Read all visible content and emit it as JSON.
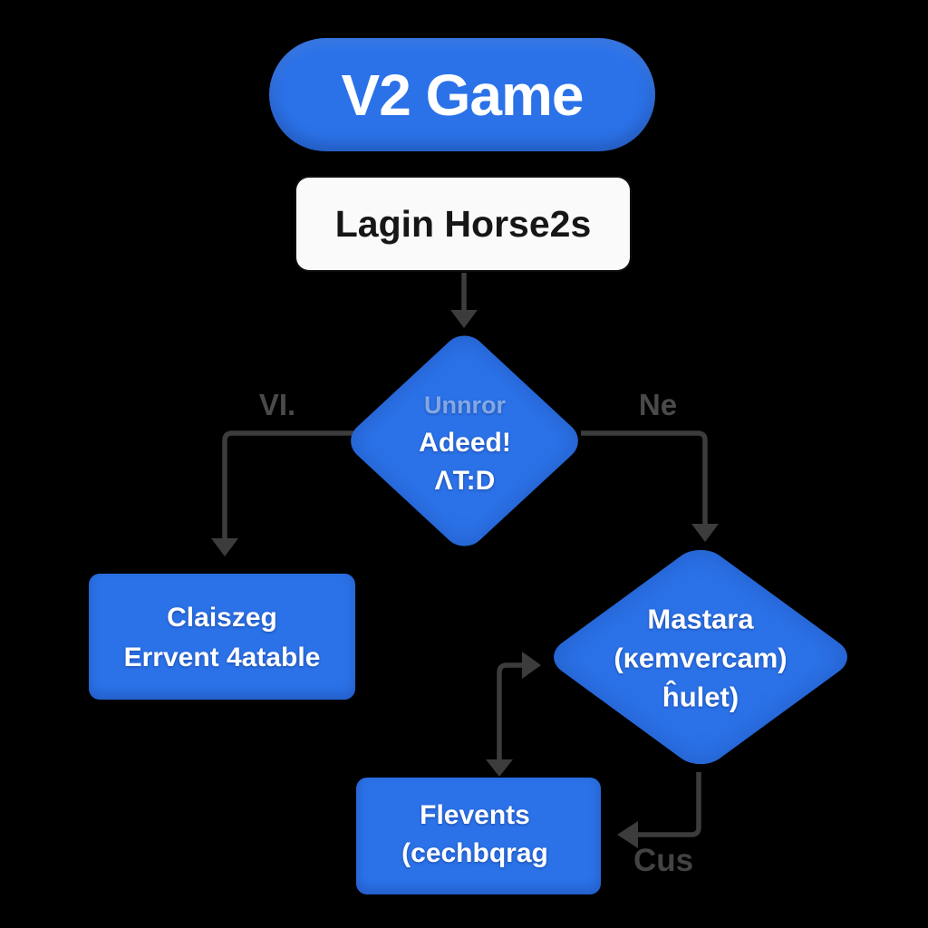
{
  "colors": {
    "background": "#000000",
    "shape_blue": "#2b72e9",
    "white_box_bg": "#fafafa",
    "white_box_text": "#161616",
    "shape_text": "#ffffff",
    "faded_shape_text": "#c6ddff",
    "arrow_gray": "#3c3c3c",
    "edge_label_gray": "#4a4a4a"
  },
  "nodes": {
    "title_pill": {
      "label": "V2 Game"
    },
    "start_box": {
      "label": "Lagin Horse2s"
    },
    "decision_1": {
      "lines": [
        "Unnror",
        "Adeed!",
        "ΛT:D"
      ]
    },
    "process_left": {
      "lines": [
        "Claiszeg",
        "Errvent 4atable"
      ]
    },
    "decision_2": {
      "lines": [
        "Mastara",
        "(ĸemvercam)",
        "ĥulet)"
      ]
    },
    "process_bottom": {
      "lines": [
        "Flevents",
        "(cechbqrag"
      ]
    }
  },
  "edge_labels": {
    "left_branch": "VI.",
    "right_branch": "Ne",
    "bottom_right": "Cus"
  }
}
